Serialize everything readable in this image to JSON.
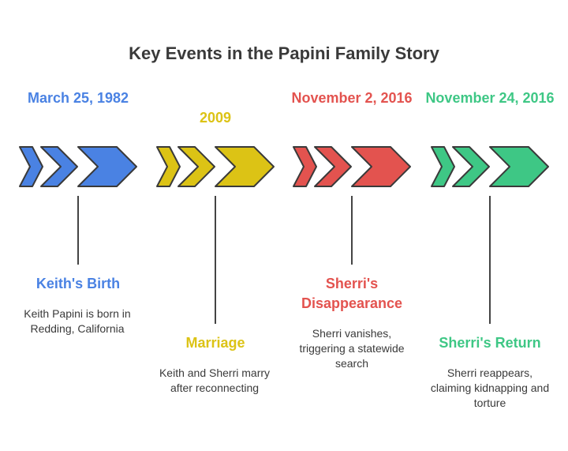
{
  "title": "Key Events in the Papini Family Story",
  "events": [
    {
      "date": "March 25, 1982",
      "title": "Keith's Birth",
      "description": "Keith Papini is born in Redding, California",
      "color": "#4a82e3"
    },
    {
      "date": "2009",
      "title": "Marriage",
      "description": "Keith and Sherri marry after reconnecting",
      "color": "#dcc315"
    },
    {
      "date": "November 2, 2016",
      "title": "Sherri's Disappearance",
      "description": "Sherri vanishes, triggering a statewide search",
      "color": "#e3534f"
    },
    {
      "date": "November 24, 2016",
      "title": "Sherri's Return",
      "description": "Sherri reappears, claiming kidnapping and torture",
      "color": "#3ec785"
    }
  ]
}
